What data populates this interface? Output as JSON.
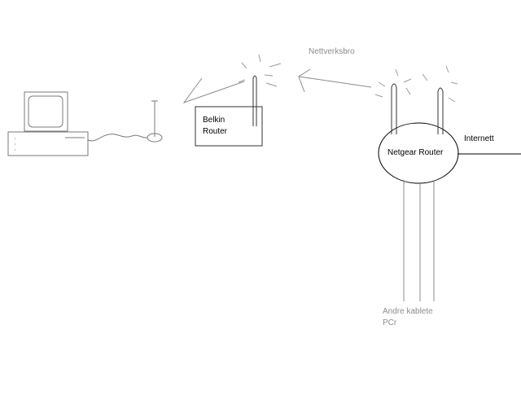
{
  "labels": {
    "belkin_line1": "Belkin",
    "belkin_line2": "Router",
    "netgear": "Netgear Router",
    "internet": "Internett",
    "bridge": "Nettverksbro",
    "wired_line1": "Andre kablete",
    "wired_line2": "PCr"
  },
  "colors": {
    "ink": "#000000",
    "sketch": "#8c8c8c",
    "background": "#ffffff"
  }
}
